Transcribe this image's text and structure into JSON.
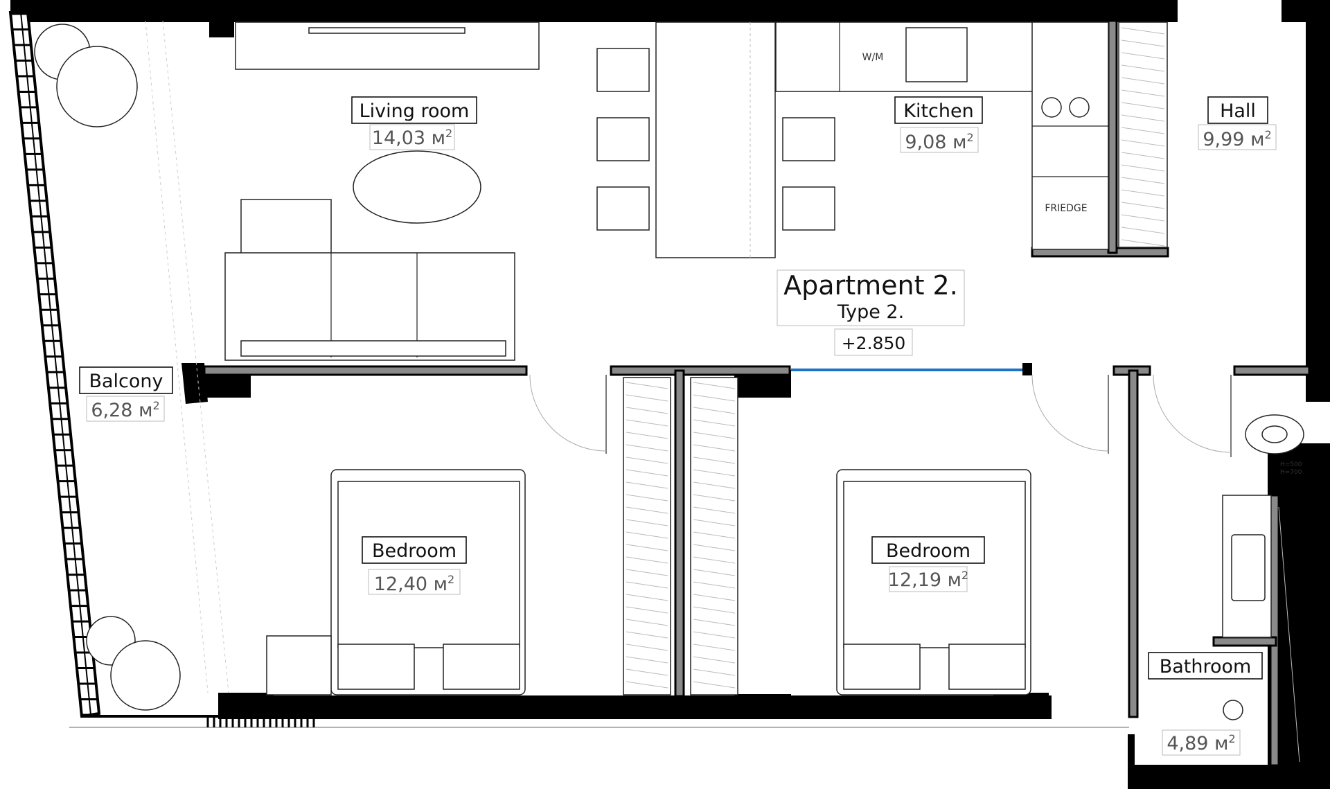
{
  "apartment": {
    "title": "Apartment 2.",
    "type": "Type 2.",
    "level": "+2.850"
  },
  "rooms": [
    {
      "id": "living",
      "name": "Living room",
      "area": "14,03",
      "unit": "м"
    },
    {
      "id": "kitchen",
      "name": "Kitchen",
      "area": "9,08",
      "unit": "м"
    },
    {
      "id": "hall",
      "name": "Hall",
      "area": "9,99",
      "unit": "м"
    },
    {
      "id": "balcony",
      "name": "Balcony",
      "area": "6,28",
      "unit": "м"
    },
    {
      "id": "bedroom1",
      "name": "Bedroom",
      "area": "12,40",
      "unit": "м"
    },
    {
      "id": "bedroom2",
      "name": "Bedroom",
      "area": "12,19",
      "unit": "м"
    },
    {
      "id": "bathroom",
      "name": "Bathroom",
      "area": "4,89",
      "unit": "м"
    }
  ],
  "area_exponent": "2",
  "appliances": {
    "washing_machine": "W/M",
    "fridge": "FRIEDGE",
    "toilet_h1": "H=500",
    "toilet_h2": "H=700"
  },
  "colors": {
    "wall": "#000000",
    "partition": "#8a8a8a",
    "window": "#1e73c8"
  }
}
